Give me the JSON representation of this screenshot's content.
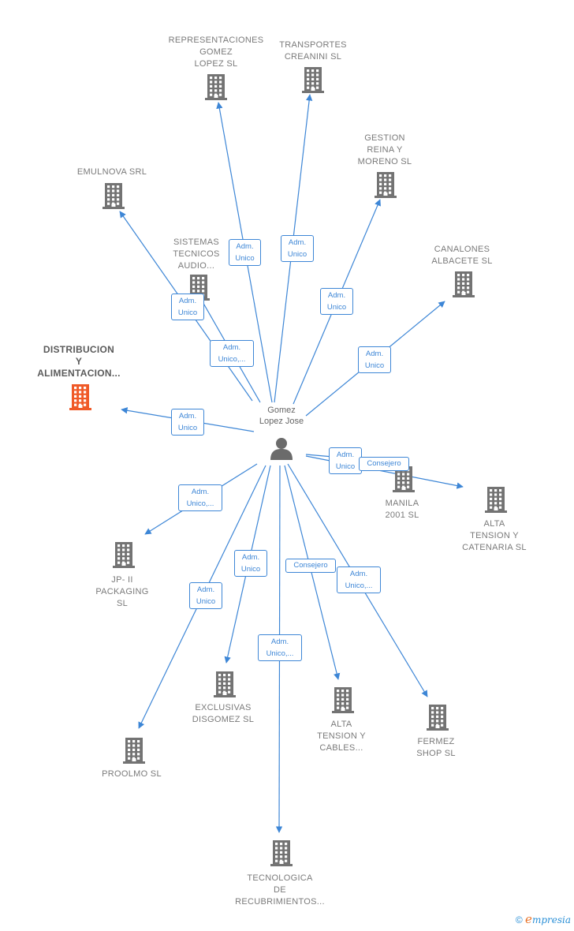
{
  "center": {
    "name_line1": "Gomez",
    "name_line2": "Lopez Jose"
  },
  "colors": {
    "edge": "#3d86d6",
    "building": "#737373",
    "highlight": "#f05a28",
    "person": "#6b6b6b"
  },
  "companies": [
    {
      "id": "rep",
      "lines": [
        "REPRESENTACIONES",
        "GOMEZ",
        "LOPEZ  SL"
      ],
      "highlight": false
    },
    {
      "id": "trans",
      "lines": [
        "TRANSPORTES",
        "CREANINI  SL"
      ],
      "highlight": false
    },
    {
      "id": "gest",
      "lines": [
        "GESTION",
        "REINA Y",
        "MORENO  SL"
      ],
      "highlight": false
    },
    {
      "id": "emul",
      "lines": [
        "EMULNOVA SRL"
      ],
      "highlight": false
    },
    {
      "id": "sist",
      "lines": [
        "SISTEMAS",
        "TECNICOS",
        "AUDIO..."
      ],
      "highlight": false
    },
    {
      "id": "canal",
      "lines": [
        "CANALONES",
        "ALBACETE SL"
      ],
      "highlight": false
    },
    {
      "id": "dist",
      "lines": [
        "DISTRIBUCION",
        "Y",
        "ALIMENTACION..."
      ],
      "highlight": true
    },
    {
      "id": "manila",
      "lines": [
        "MANILA",
        "2001 SL"
      ],
      "highlight": false
    },
    {
      "id": "altac",
      "lines": [
        "ALTA",
        "TENSION Y",
        "CATENARIA SL"
      ],
      "highlight": false
    },
    {
      "id": "jp",
      "lines": [
        "JP- II",
        "PACKAGING",
        "SL"
      ],
      "highlight": false
    },
    {
      "id": "excl",
      "lines": [
        "EXCLUSIVAS",
        "DISGOMEZ  SL"
      ],
      "highlight": false
    },
    {
      "id": "altab",
      "lines": [
        "ALTA",
        "TENSION Y",
        "CABLES..."
      ],
      "highlight": false
    },
    {
      "id": "fermez",
      "lines": [
        "FERMEZ",
        "SHOP SL"
      ],
      "highlight": false
    },
    {
      "id": "proolmo",
      "lines": [
        "PROOLMO  SL"
      ],
      "highlight": false
    },
    {
      "id": "tecno",
      "lines": [
        "TECNOLOGICA",
        "DE",
        "RECUBRIMIENTOS..."
      ],
      "highlight": false
    }
  ],
  "edges": [
    {
      "to": "rep",
      "label": [
        "Adm.",
        "Unico"
      ]
    },
    {
      "to": "trans",
      "label": [
        "Adm.",
        "Unico"
      ]
    },
    {
      "to": "gest",
      "label": [
        "Adm.",
        "Unico"
      ]
    },
    {
      "to": "emul",
      "label": [
        "Adm.",
        "Unico"
      ]
    },
    {
      "to": "sist",
      "label": [
        "Adm.",
        "Unico,..."
      ]
    },
    {
      "to": "canal",
      "label": [
        "Adm.",
        "Unico"
      ]
    },
    {
      "to": "dist",
      "label": [
        "Adm.",
        "Unico"
      ]
    },
    {
      "to": "manila",
      "label": [
        "Adm.",
        "Unico"
      ]
    },
    {
      "to": "altac",
      "label": [
        "Consejero"
      ]
    },
    {
      "to": "jp",
      "label": [
        "Adm.",
        "Unico,..."
      ]
    },
    {
      "to": "excl",
      "label": [
        "Adm.",
        "Unico"
      ]
    },
    {
      "to": "altab",
      "label": [
        "Consejero"
      ]
    },
    {
      "to": "fermez",
      "label": [
        "Adm.",
        "Unico,..."
      ]
    },
    {
      "to": "proolmo",
      "label": [
        "Adm.",
        "Unico"
      ]
    },
    {
      "to": "tecno",
      "label": [
        "Adm.",
        "Unico,..."
      ]
    }
  ],
  "footer": {
    "copyright": "©",
    "brand_initial": "e",
    "brand_rest": "mpresia"
  }
}
